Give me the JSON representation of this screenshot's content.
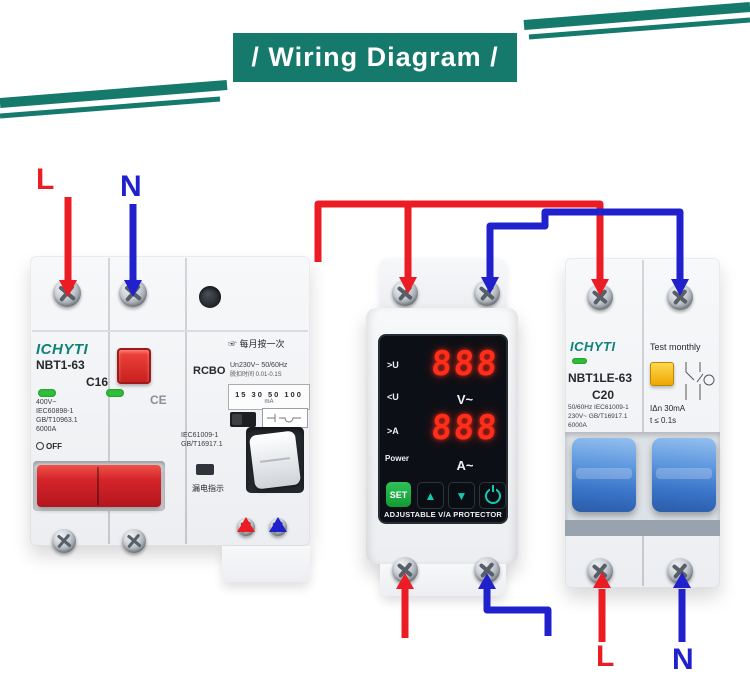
{
  "colors": {
    "accent_teal": "#15796c",
    "live_red": "#ec1c24",
    "neutral_blue": "#2020cc"
  },
  "header": {
    "title": "/ Wiring Diagram /"
  },
  "wire_labels": {
    "top_live": "L",
    "top_neutral": "N",
    "bottom_live": "L",
    "bottom_neutral": "N"
  },
  "left_breaker": {
    "brand": "ICHYTI",
    "model": "NBT1-63",
    "rating": "C16",
    "voltage": "400V~",
    "std1": "IEC60898-1",
    "std2": "GB/T10963.1",
    "breaking": "6000A",
    "ce_mark": "CE",
    "off_label": "OFF",
    "press_monthly": "每月按一次",
    "rcbo_label": "RCBO",
    "un_label": "Un230V~ 50/60Hz",
    "trip_time": "脱扣时间 0.01-0.1S",
    "ma_values": "15 30 50 100",
    "ma_unit": "mA",
    "std3": "IEC61009-1",
    "std4": "GB/T16917.1",
    "leakage_label": "漏电指示"
  },
  "protector": {
    "ind_over_u": ">U",
    "ind_under_u": "<U",
    "ind_over_a": ">A",
    "ind_power": "Power",
    "volts_value": "888",
    "volts_unit": "V~",
    "amps_value": "888",
    "amps_unit": "A~",
    "btn_set": "SET",
    "btn_up": "▲",
    "btn_down": "▼",
    "footer": "ADJUSTABLE V/A PROTECTOR"
  },
  "right_breaker": {
    "brand": "ICHYTI",
    "test_label": "Test monthly",
    "model": "NBT1LE-63",
    "rating": "C20",
    "spec1": "50/60Hz  IEC61009-1",
    "spec2": "230V~  GB/T16917.1",
    "breaking": "6000A",
    "leakage_current": "IΔn 30mA",
    "trip_time": "t ≤ 0.1s"
  },
  "icons": {
    "hand": "☞"
  }
}
